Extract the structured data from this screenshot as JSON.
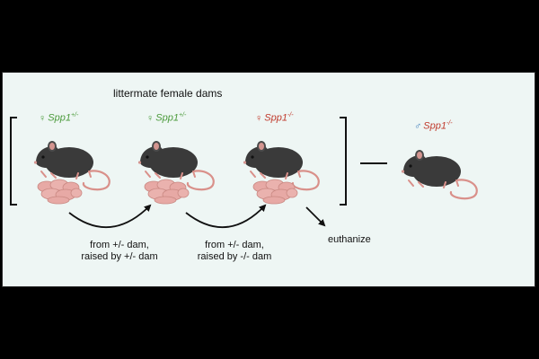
{
  "title": "littermate female dams",
  "dams": [
    {
      "symbol": "♀",
      "gene": "Spp1",
      "genotype": "+/-",
      "color": "#4a9a3a"
    },
    {
      "symbol": "♀",
      "gene": "Spp1",
      "genotype": "+/-",
      "color": "#4a9a3a"
    },
    {
      "symbol": "♀",
      "gene": "Spp1",
      "genotype": "-/-",
      "color": "#c0392b"
    }
  ],
  "male": {
    "symbol": "♂",
    "gene": "Spp1",
    "genotype": "-/-",
    "color": "#c0392b",
    "symbol_color": "#3a7ab8"
  },
  "transitions": [
    {
      "line1": "from +/- dam,",
      "line2": "raised by +/- dam"
    },
    {
      "line1": "from +/- dam,",
      "line2": "raised by -/- dam"
    }
  ],
  "end_label": "euthanize",
  "colors": {
    "panel_bg": "#eef6f4",
    "mouse_body": "#3a3a3a",
    "pup_pink": "#e7a9a5",
    "tail": "#d9908a"
  }
}
